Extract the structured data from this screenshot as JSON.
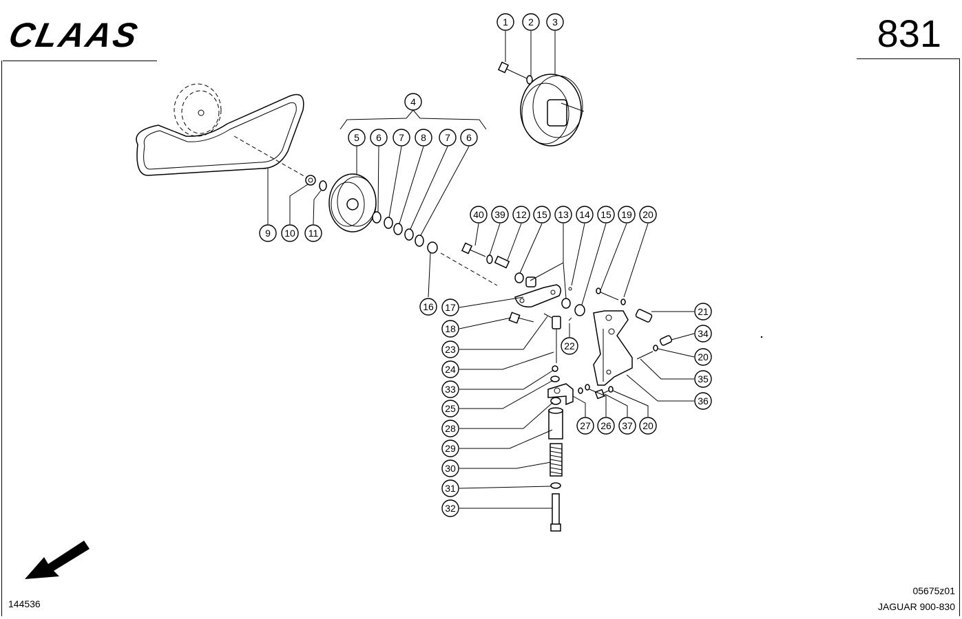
{
  "header": {
    "brand": "CLAAS",
    "page_number": "831"
  },
  "footer": {
    "sheet_ref": "144536",
    "drawing_code": "05675z01",
    "model": "JAGUAR 900-830"
  },
  "callouts": [
    "1",
    "2",
    "3",
    "4",
    "5",
    "6",
    "7",
    "8",
    "7",
    "6",
    "9",
    "10",
    "11",
    "40",
    "39",
    "12",
    "15",
    "13",
    "14",
    "15",
    "19",
    "20",
    "16",
    "17",
    "18",
    "23",
    "24",
    "33",
    "25",
    "28",
    "29",
    "30",
    "31",
    "32",
    "22",
    "21",
    "34",
    "20",
    "35",
    "36",
    "27",
    "26",
    "37",
    "20"
  ]
}
